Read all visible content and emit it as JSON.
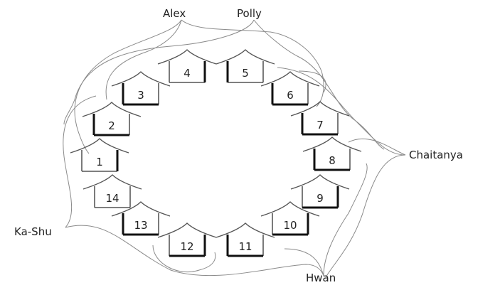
{
  "people": {
    "alex": "Alex",
    "polly": "Polly",
    "chaitanya": "Chaitanya",
    "ka_shu": "Ka-Shu",
    "hwan": "Hwan"
  },
  "houses": [
    "1",
    "2",
    "3",
    "4",
    "5",
    "6",
    "7",
    "8",
    "9",
    "10",
    "11",
    "12",
    "13",
    "14"
  ]
}
